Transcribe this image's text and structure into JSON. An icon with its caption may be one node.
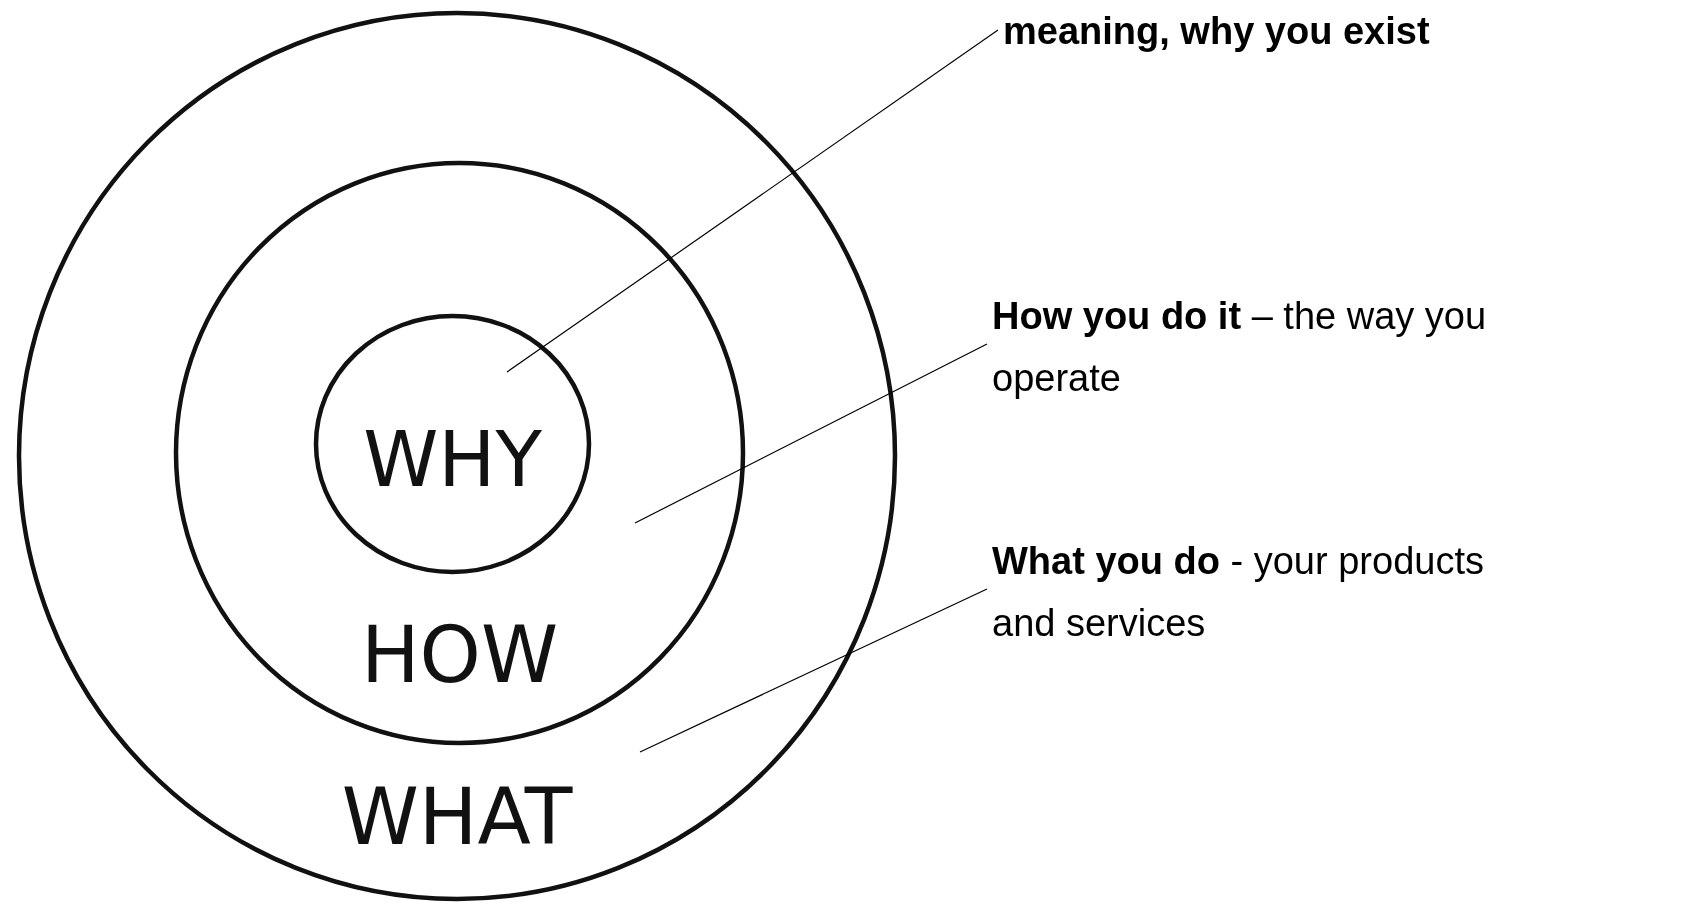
{
  "diagram": {
    "nodes": [
      {
        "text": [
          "WHAT"
        ]
      },
      {
        "text": [
          "HOW"
        ],
        "in": 0
      },
      {
        "text": [
          "WHY"
        ],
        "in": 1
      },
      {
        "text": [
          "meaning, why you exist"
        ]
      },
      {
        "text": [
          "**How you do it** – the way you operate"
        ]
      },
      {
        "text": [
          "**What you do** - your products and services"
        ]
      }
    ],
    "edges": [
      {
        "from": 3,
        "to": 2,
        "arrow": "none"
      },
      {
        "from": 4,
        "to": 1,
        "arrow": "none"
      },
      {
        "from": 5,
        "to": 0,
        "arrow": "none"
      }
    ]
  }
}
